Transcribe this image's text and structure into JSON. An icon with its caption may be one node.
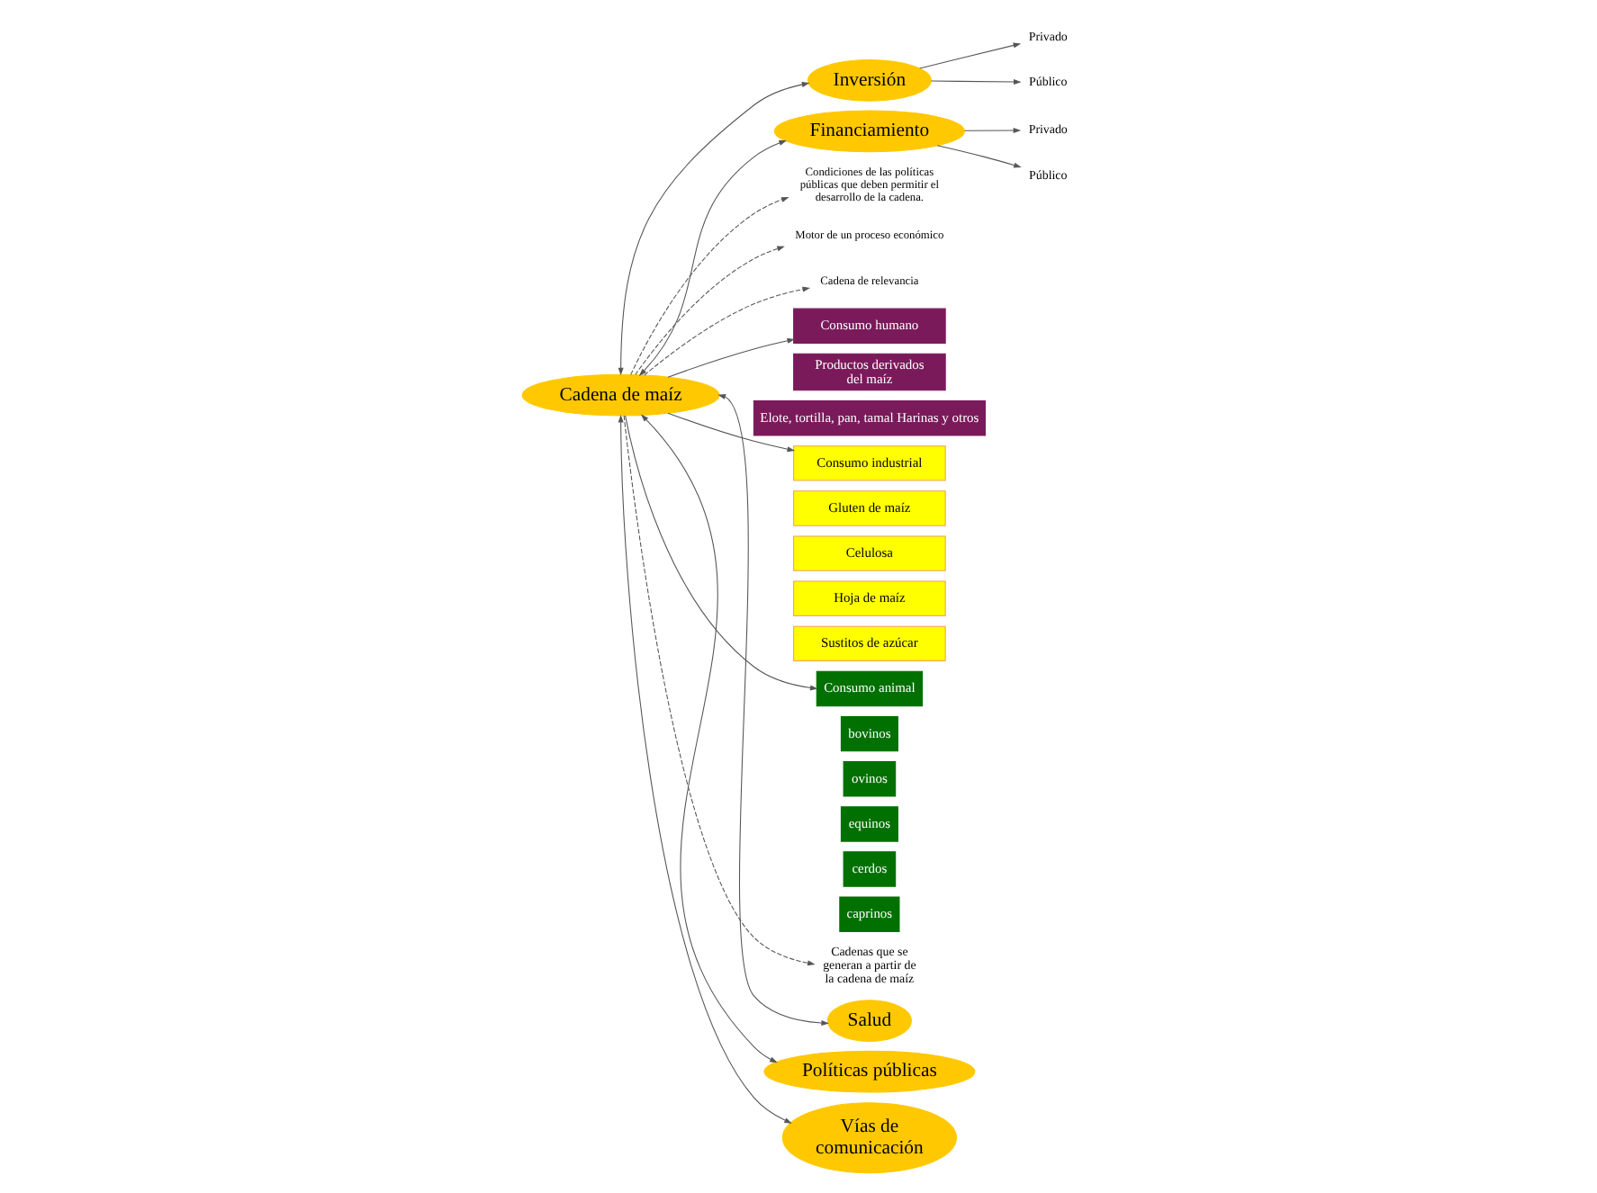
{
  "diagram": {
    "nodes": [
      {
        "text": [
          "Condiciones de las políticas públicas que deben permitir el desarrollo de la cadena."
        ]
      },
      {
        "text": [
          "Motor de un proceso económico"
        ]
      },
      {
        "text": [
          "Cadena de relevancia"
        ]
      },
      {
        "text": [
          "Privado"
        ]
      },
      {
        "text": [
          "Inversión"
        ]
      },
      {
        "text": [
          "Público"
        ]
      },
      {
        "text": [
          "Cadena de maíz"
        ]
      },
      {
        "text": [
          "Privado"
        ]
      },
      {
        "text": [
          "Financiamiento"
        ]
      },
      {
        "text": [
          "Público"
        ]
      },
      {
        "text": [
          "Consumo humano"
        ]
      },
      {
        "text": [
          "Productos derivados del maíz"
        ]
      },
      {
        "text": [
          "Elote, tortilla, pan, tamal Harinas y otros"
        ]
      },
      {
        "text": [
          "Cadenas que se generan a partir de la cadena de maíz"
        ]
      },
      {
        "text": [
          "Salud"
        ]
      },
      {
        "text": [
          "Políticas públicas"
        ]
      },
      {
        "text": [
          "Consumo industrial"
        ]
      },
      {
        "text": [
          "Vías de comunicación"
        ]
      },
      {
        "text": [
          "Gluten de maíz"
        ]
      },
      {
        "text": [
          "Celulosa"
        ]
      },
      {
        "text": [
          "Hoja de maíz"
        ]
      },
      {
        "text": [
          "Sustitos de azúcar"
        ]
      },
      {
        "text": [
          "Consumo animal"
        ]
      },
      {
        "text": [
          "bovinos"
        ]
      },
      {
        "text": [
          "ovinos"
        ]
      },
      {
        "text": [
          "equinos"
        ]
      },
      {
        "text": [
          "cerdos"
        ]
      },
      {
        "text": [
          "caprinos"
        ]
      }
    ],
    "edges": [
      {
        "from": 6,
        "to": 2,
        "arrow": "to",
        "style": "dashed"
      },
      {
        "from": 6,
        "to": 0,
        "arrow": "to",
        "style": "dashed"
      },
      {
        "from": 6,
        "to": 1,
        "arrow": "to",
        "style": "dashed"
      },
      {
        "from": 6,
        "to": 10,
        "arrow": "to"
      },
      {
        "from": 6,
        "to": 16,
        "arrow": "to"
      },
      {
        "from": 6,
        "to": 22,
        "arrow": "to"
      },
      {
        "from": 6,
        "to": 13,
        "arrow": "to",
        "style": "dashed"
      },
      {
        "from": 6,
        "to": 4,
        "arrow": "both"
      },
      {
        "from": 6,
        "to": 8,
        "arrow": "both"
      },
      {
        "from": 6,
        "to": 14,
        "arrow": "both"
      },
      {
        "from": 6,
        "to": 15,
        "arrow": "both"
      },
      {
        "from": 6,
        "to": 17,
        "arrow": "both"
      },
      {
        "from": 4,
        "to": 3,
        "arrow": "to"
      },
      {
        "from": 4,
        "to": 5,
        "arrow": "to"
      },
      {
        "from": 8,
        "to": 7,
        "arrow": "to"
      },
      {
        "from": 8,
        "to": 9,
        "arrow": "to"
      }
    ]
  }
}
